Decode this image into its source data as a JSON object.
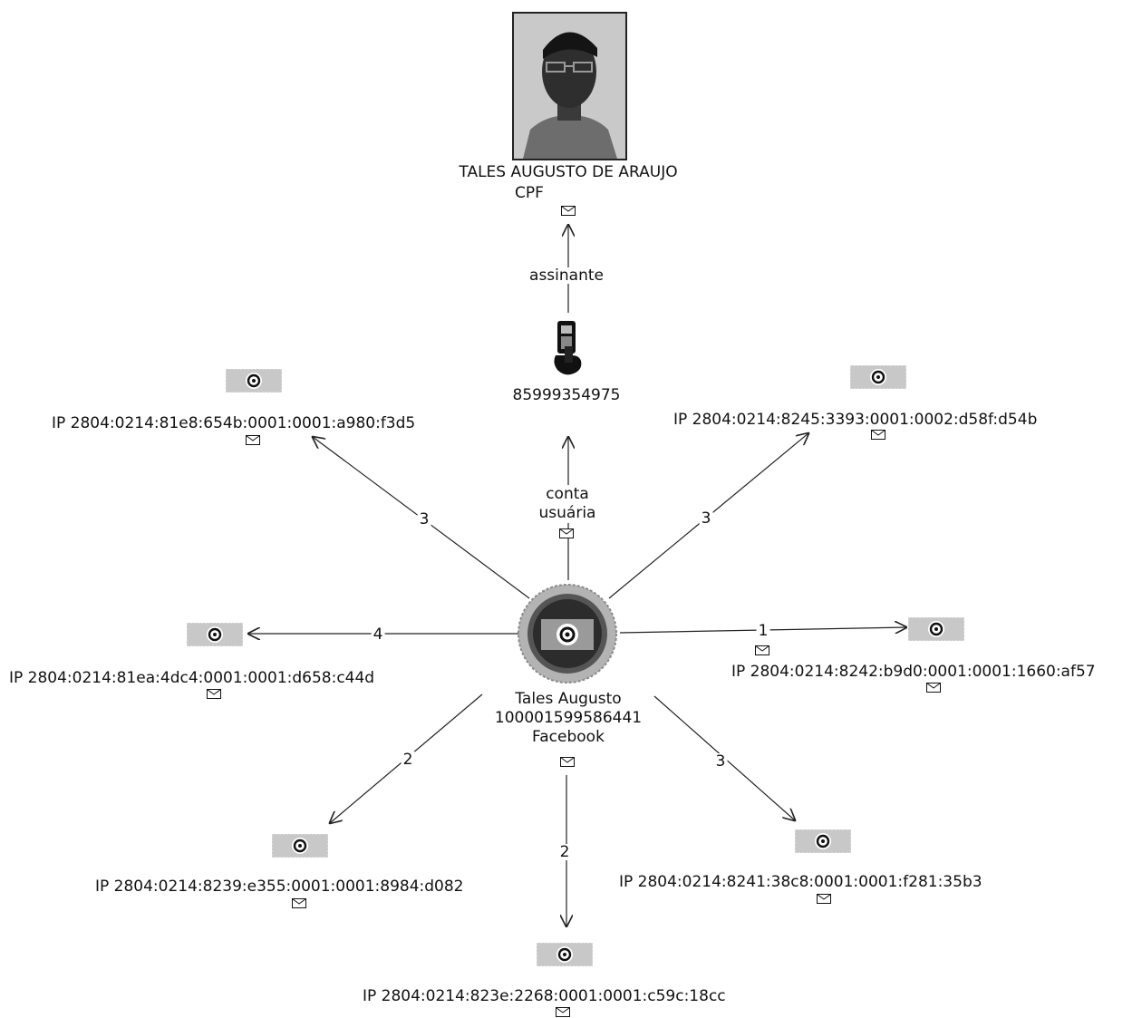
{
  "person": {
    "name": "TALES AUGUSTO DE ARAUJO",
    "id_label": "CPF"
  },
  "phone": {
    "number": "85999354975"
  },
  "account": {
    "name": "Tales Augusto",
    "user_id": "100001599586441",
    "platform": "Facebook"
  },
  "relations": {
    "subscriber": "assinante",
    "user_account_line1": "conta",
    "user_account_line2": "usuária"
  },
  "ips": [
    {
      "address": "IP 2804:0214:81e8:654b:0001:0001:a980:f3d5",
      "count": "3"
    },
    {
      "address": "IP 2804:0214:8245:3393:0001:0002:d58f:d54b",
      "count": "3"
    },
    {
      "address": "IP 2804:0214:81ea:4dc4:0001:0001:d658:c44d",
      "count": "4"
    },
    {
      "address": "IP 2804:0214:8242:b9d0:0001:0001:1660:af57",
      "count": "1"
    },
    {
      "address": "IP 2804:0214:8239:e355:0001:0001:8984:d082",
      "count": "2"
    },
    {
      "address": "IP 2804:0214:8241:38c8:0001:0001:f281:35b3",
      "count": "3"
    },
    {
      "address": "IP 2804:0214:823e:2268:0001:0001:c59c:18cc",
      "count": "2"
    }
  ]
}
